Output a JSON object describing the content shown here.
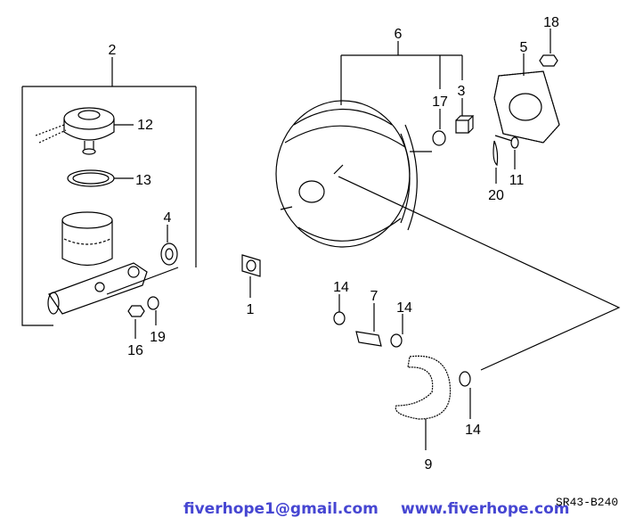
{
  "diagram": {
    "callouts": {
      "c1": "1",
      "c2": "2",
      "c3": "3",
      "c4": "4",
      "c5": "5",
      "c6": "6",
      "c7": "7",
      "c9": "9",
      "c11": "11",
      "c12": "12",
      "c13": "13",
      "c14a": "14",
      "c14b": "14",
      "c14c": "14",
      "c16": "16",
      "c17": "17",
      "c18": "18",
      "c19": "19",
      "c20": "20"
    },
    "diagram_code": "SR43-B240"
  },
  "footer": {
    "email": "fiverhope1@gmail.com",
    "website": "www.fiverhope.com"
  },
  "colors": {
    "footer_text": "#4646d2"
  }
}
